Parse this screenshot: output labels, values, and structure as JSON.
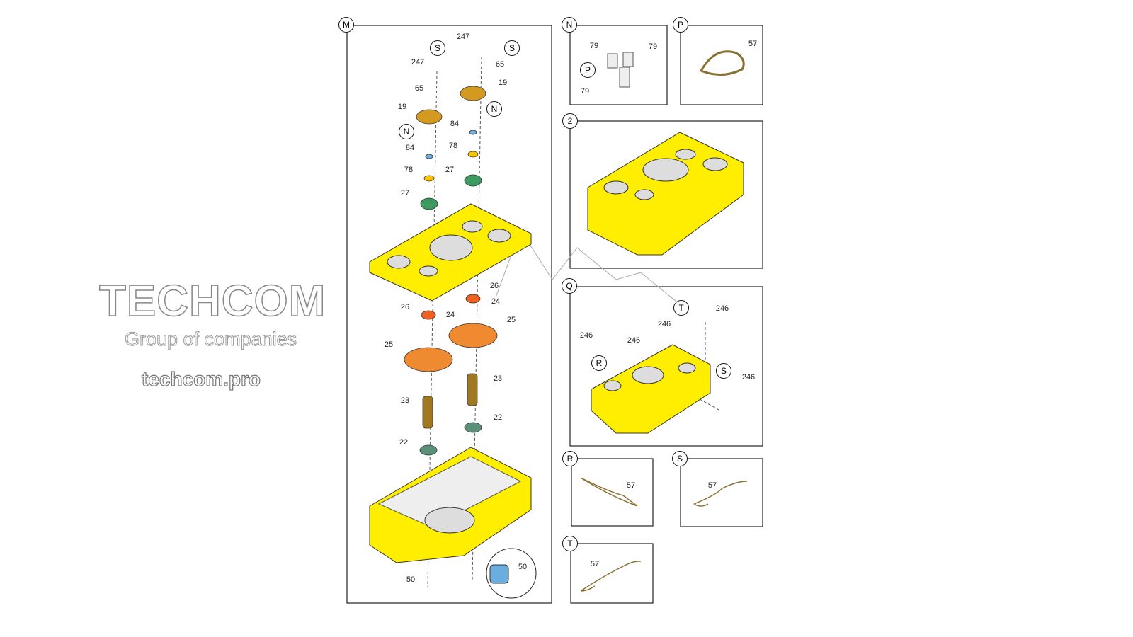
{
  "colors": {
    "housing": "#ffee00",
    "gear": "#f08a30",
    "cover": "#d49a20",
    "bearing": "#3a9a60",
    "seal": "#5a8f78",
    "plug": "#6aaee0",
    "wire": "#8a7030"
  },
  "panels": [
    {
      "id": "M",
      "label": "M"
    },
    {
      "id": "N",
      "label": "N"
    },
    {
      "id": "P",
      "label": "P"
    },
    {
      "id": "2",
      "label": "2"
    },
    {
      "id": "Q",
      "label": "Q"
    },
    {
      "id": "R",
      "label": "R"
    },
    {
      "id": "S",
      "label": "S"
    },
    {
      "id": "T",
      "label": "T"
    }
  ],
  "callout_circles": [
    "S",
    "S",
    "N",
    "N",
    "P",
    "T",
    "S",
    "R"
  ],
  "part_numbers": [
    "247",
    "247",
    "65",
    "65",
    "19",
    "19",
    "84",
    "84",
    "78",
    "78",
    "27",
    "27",
    "26",
    "26",
    "24",
    "24",
    "25",
    "25",
    "23",
    "23",
    "22",
    "22",
    "50",
    "50",
    "79",
    "79",
    "79",
    "57",
    "246",
    "246",
    "246",
    "246",
    "246",
    "57",
    "57",
    "57"
  ],
  "watermark": {
    "brand": "TECHCOM",
    "tagline": "Group of companies",
    "site": "techcom.pro"
  }
}
